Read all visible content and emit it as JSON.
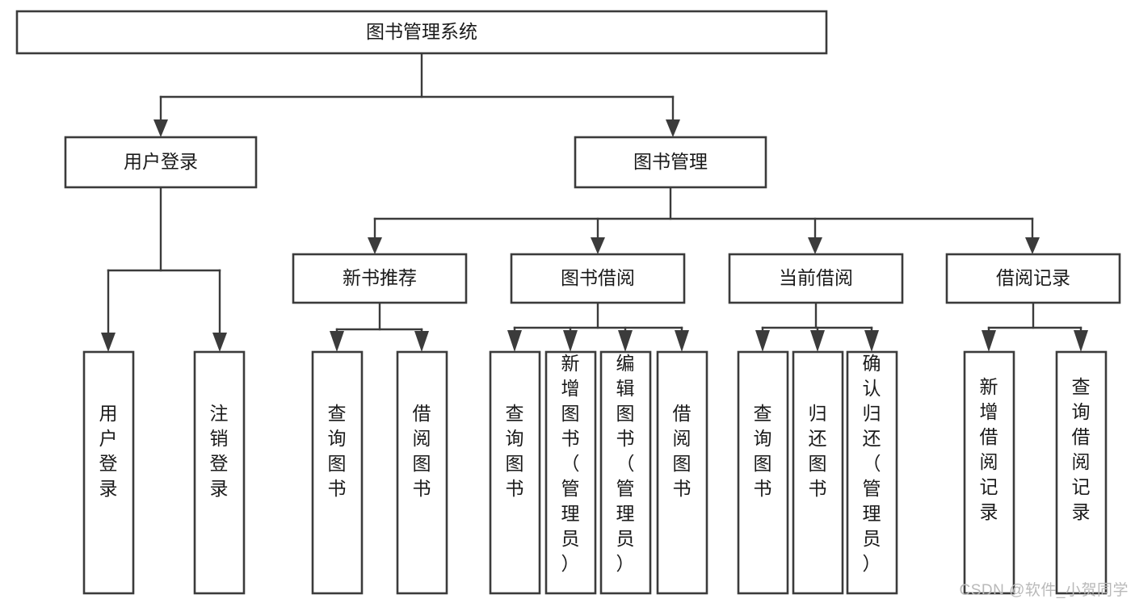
{
  "diagram": {
    "title": "图书管理系统",
    "type": "tree",
    "watermark": "CSDN @软件_小贺同学",
    "levels": {
      "root": {
        "label": "图书管理系统",
        "orientation": "horizontal"
      },
      "level2": [
        {
          "id": "user-login",
          "label": "用户登录",
          "orientation": "horizontal"
        },
        {
          "id": "book-manage",
          "label": "图书管理",
          "orientation": "horizontal"
        }
      ],
      "level3": [
        {
          "id": "new-book-recommend",
          "label": "新书推荐",
          "orientation": "horizontal",
          "parent": "book-manage"
        },
        {
          "id": "book-borrow",
          "label": "图书借阅",
          "orientation": "horizontal",
          "parent": "book-manage"
        },
        {
          "id": "current-borrow",
          "label": "当前借阅",
          "orientation": "horizontal",
          "parent": "book-manage"
        },
        {
          "id": "borrow-record",
          "label": "借阅记录",
          "orientation": "horizontal",
          "parent": "book-manage"
        }
      ],
      "leaves": [
        {
          "id": "leaf-user-login",
          "label": "用户登录",
          "orientation": "vertical",
          "parent": "user-login"
        },
        {
          "id": "leaf-user-logout",
          "label": "注销登录",
          "orientation": "vertical",
          "parent": "user-login"
        },
        {
          "id": "leaf-query-book-1",
          "label": "查询图书",
          "orientation": "vertical",
          "parent": "new-book-recommend"
        },
        {
          "id": "leaf-borrow-book-1",
          "label": "借阅图书",
          "orientation": "vertical",
          "parent": "new-book-recommend"
        },
        {
          "id": "leaf-query-book-2",
          "label": "查询图书",
          "orientation": "vertical",
          "parent": "book-borrow"
        },
        {
          "id": "leaf-add-book",
          "label": "新增图书（管理员）",
          "orientation": "vertical",
          "parent": "book-borrow"
        },
        {
          "id": "leaf-edit-book",
          "label": "编辑图书（管理员）",
          "orientation": "vertical",
          "parent": "book-borrow"
        },
        {
          "id": "leaf-borrow-book-2",
          "label": "借阅图书",
          "orientation": "vertical",
          "parent": "book-borrow"
        },
        {
          "id": "leaf-query-book-3",
          "label": "查询图书",
          "orientation": "vertical",
          "parent": "current-borrow"
        },
        {
          "id": "leaf-return-book",
          "label": "归还图书",
          "orientation": "vertical",
          "parent": "current-borrow"
        },
        {
          "id": "leaf-confirm-return",
          "label": "确认归还（管理员）",
          "orientation": "vertical",
          "parent": "current-borrow"
        },
        {
          "id": "leaf-add-record",
          "label": "新增借阅记录",
          "orientation": "vertical",
          "parent": "borrow-record"
        },
        {
          "id": "leaf-query-record",
          "label": "查询借阅记录",
          "orientation": "vertical",
          "parent": "borrow-record"
        }
      ]
    },
    "colors": {
      "stroke": "#3b3b3b",
      "fill": "#ffffff",
      "text": "#1a1a1a",
      "watermark": "#b9b9b9"
    }
  }
}
